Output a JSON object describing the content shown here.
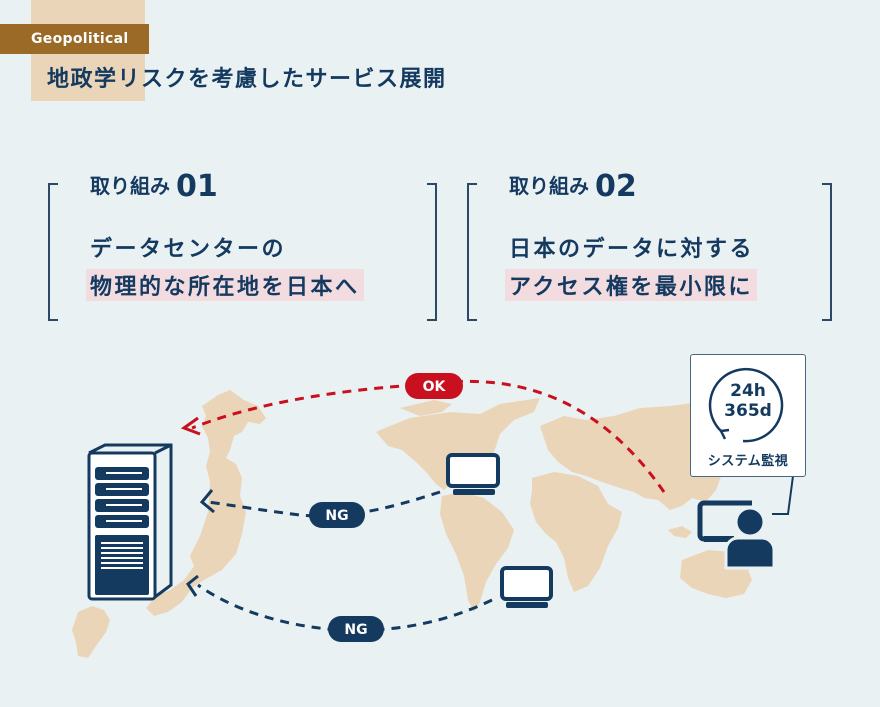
{
  "header": {
    "tag": "Geopolitical",
    "title": "地政学リスクを考慮したサービス展開"
  },
  "cards": [
    {
      "heading": "取り組み",
      "number": "01",
      "line1": "データセンターの",
      "line2": "物理的な所在地を日本へ"
    },
    {
      "heading": "取り組み",
      "number": "02",
      "line1": "日本のデータに対する",
      "line2": "アクセス権を最小限に"
    }
  ],
  "diagram": {
    "ok_label": "OK",
    "ng_label_1": "NG",
    "ng_label_2": "NG",
    "monitoring": {
      "hours": "24h",
      "days": "365d",
      "label": "システム監視"
    }
  },
  "colors": {
    "background": "#eaf1f3",
    "navy": "#143a60",
    "ok_red": "#c8101e",
    "land": "#ebd5b8",
    "tag_brown": "#9b6a26",
    "highlight": "#f3dce0"
  },
  "icons": [
    "server-rack-icon",
    "monitor-icon",
    "operator-icon",
    "cycle-arrow-icon",
    "world-map"
  ]
}
